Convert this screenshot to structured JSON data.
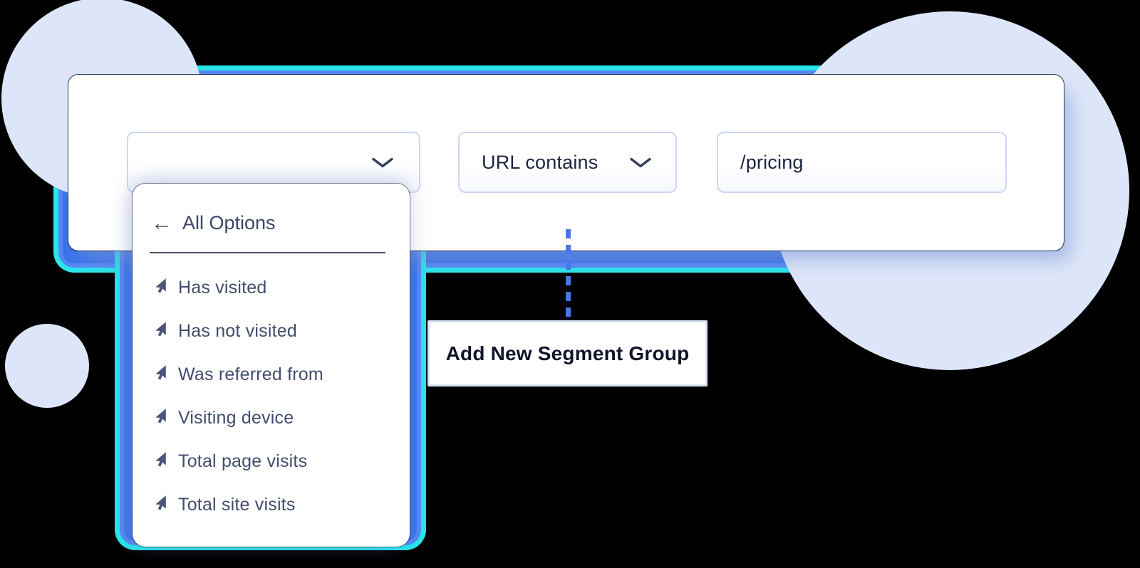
{
  "background": {
    "color": "#000000",
    "circle_color": "#dde6f9"
  },
  "accent": {
    "glow_blue": "#3b74ea",
    "glow_blue_light": "#5587f2",
    "glow_cyan": "#28e6ea",
    "dashed_line": "#4677ea"
  },
  "segment_builder": {
    "condition_select": {
      "value": ""
    },
    "operator_select": {
      "value": "URL contains"
    },
    "value_input": {
      "value": "/pricing"
    }
  },
  "dropdown_menu": {
    "header": {
      "back_icon": "←",
      "label": "All Options"
    },
    "items": [
      {
        "label": "Has visited"
      },
      {
        "label": "Has not visited"
      },
      {
        "label": "Was referred from"
      },
      {
        "label": "Visiting device"
      },
      {
        "label": "Total page visits"
      },
      {
        "label": "Total site visits"
      }
    ]
  },
  "add_group_button": {
    "label": "Add New Segment Group"
  }
}
